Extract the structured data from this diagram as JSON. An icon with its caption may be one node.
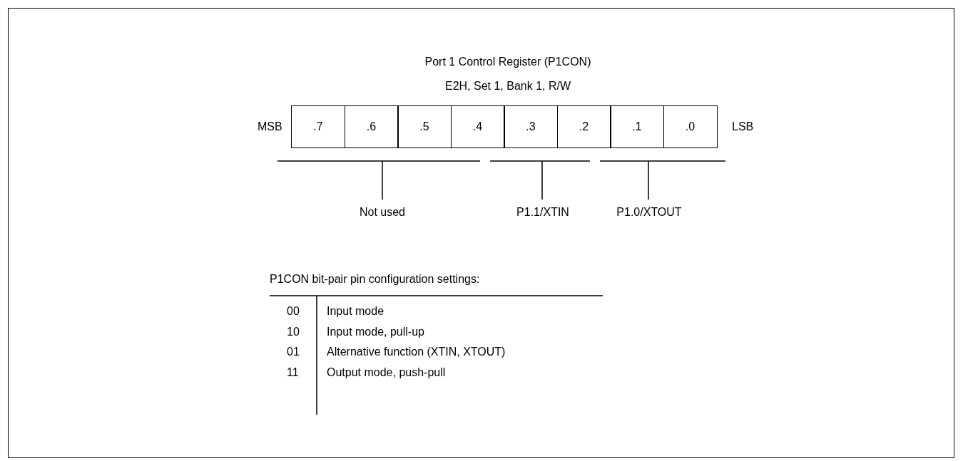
{
  "diagram": {
    "title": "Port 1 Control Register (P1CON)",
    "nodes": [
      {
        "text": [
          ".7"
        ]
      },
      {
        "text": [
          ".6"
        ]
      },
      {
        "text": [
          ".5"
        ]
      },
      {
        "text": [
          ".4"
        ]
      },
      {
        "text": [
          ".3"
        ]
      },
      {
        "text": [
          ".2"
        ]
      },
      {
        "text": [
          ".1"
        ]
      },
      {
        "text": [
          ".0"
        ]
      }
    ],
    "labels": [
      "E2H, Set 1, Bank 1, R/W",
      "MSB",
      "LSB",
      "Not used",
      "P1.1/XTIN",
      "P1.0/XTOUT",
      "P1CON bit-pair pin configuration settings:",
      "00",
      "Input mode",
      "10",
      "Input mode, pull-up",
      "01",
      "Alternative function (XTIN, XTOUT)",
      "11",
      "Output mode, push-pull"
    ]
  }
}
